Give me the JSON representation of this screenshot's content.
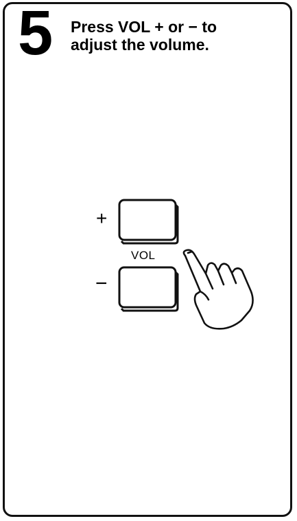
{
  "step": {
    "number": "5",
    "instruction_line1": "Press VOL + or − to",
    "instruction_line2": "adjust the volume."
  },
  "controls": {
    "group_label": "VOL",
    "plus_symbol": "+",
    "minus_symbol": "−"
  }
}
